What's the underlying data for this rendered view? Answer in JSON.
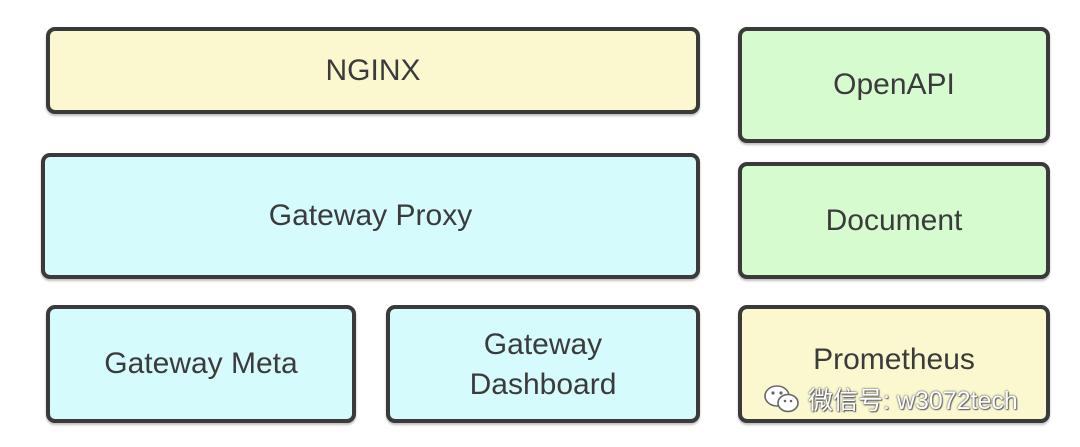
{
  "colors": {
    "yellow": "#fbf8cf",
    "cyan": "#d5fbfc",
    "green": "#d6fbcf",
    "border": "#3a3a3a",
    "text": "#3b3b3b"
  },
  "boxes": {
    "nginx": "NGINX",
    "gateway_proxy": "Gateway Proxy",
    "gateway_meta": "Gateway Meta",
    "gateway_dashboard": [
      "Gateway",
      "Dashboard"
    ],
    "openapi": "OpenAPI",
    "document": "Document",
    "prometheus": "Prometheus"
  },
  "watermark": {
    "icon": "wechat-icon",
    "text": "微信号: w3072tech"
  }
}
